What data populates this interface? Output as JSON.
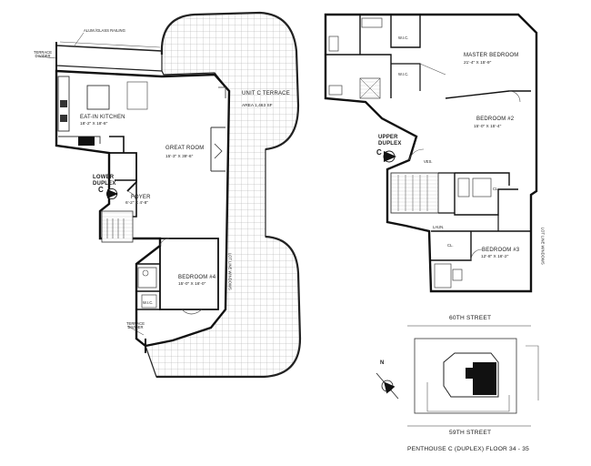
{
  "plan": {
    "left_floor": {
      "railing_note": "ALUM./GLASS RAILING",
      "terrace_divider_top": "TERRACE DIVIDER",
      "terrace_divider_bottom": "TERRACE DIVIDER",
      "terrace_name": "UNIT C TERRACE",
      "terrace_area": "AREA 1,463 SF",
      "kitchen_name": "EAT-IN KITCHEN",
      "kitchen_dims": "18'-2\" X 18'-8\"",
      "great_room_name": "GREAT ROOM",
      "great_room_dims": "15'-3\" X 39'-6\"",
      "lower_label_1": "LOWER",
      "lower_label_2": "DUPLEX",
      "foyer_name": "FOYER",
      "foyer_dims": "6'-2\" X 4'-8\"",
      "bedroom4_name": "BEDROOM #4",
      "bedroom4_dims": "15'-0\" X 16'-0\"",
      "lot_line_note": "LOT LINE WINDOWS",
      "closet_label": "W.I.C.",
      "marker_letter": "C"
    },
    "right_floor": {
      "master_name": "MASTER BEDROOM",
      "master_dims": "21'-4\" X 15'-9\"",
      "bedroom2_name": "BEDROOM #2",
      "bedroom2_dims": "15'-0\" X 15'-4\"",
      "bedroom3_name": "BEDROOM #3",
      "bedroom3_dims": "12'-8\" X 16'-2\"",
      "upper_label_1": "UPPER",
      "upper_label_2": "DUPLEX",
      "vestibule": "VES.",
      "wic_a": "W.I.C.",
      "wic_b": "W.I.C.",
      "closet_a": "CL.",
      "closet_b": "CL.",
      "laundry": "LAUN.",
      "lot_line_note": "LOT LINE WINDOWS",
      "marker_letter": "C"
    },
    "key_plan": {
      "north_street": "60TH STREET",
      "south_street": "59TH STREET",
      "north_letter": "N",
      "caption": "PENTHOUSE C (DUPLEX) FLOOR 34 - 35"
    }
  }
}
